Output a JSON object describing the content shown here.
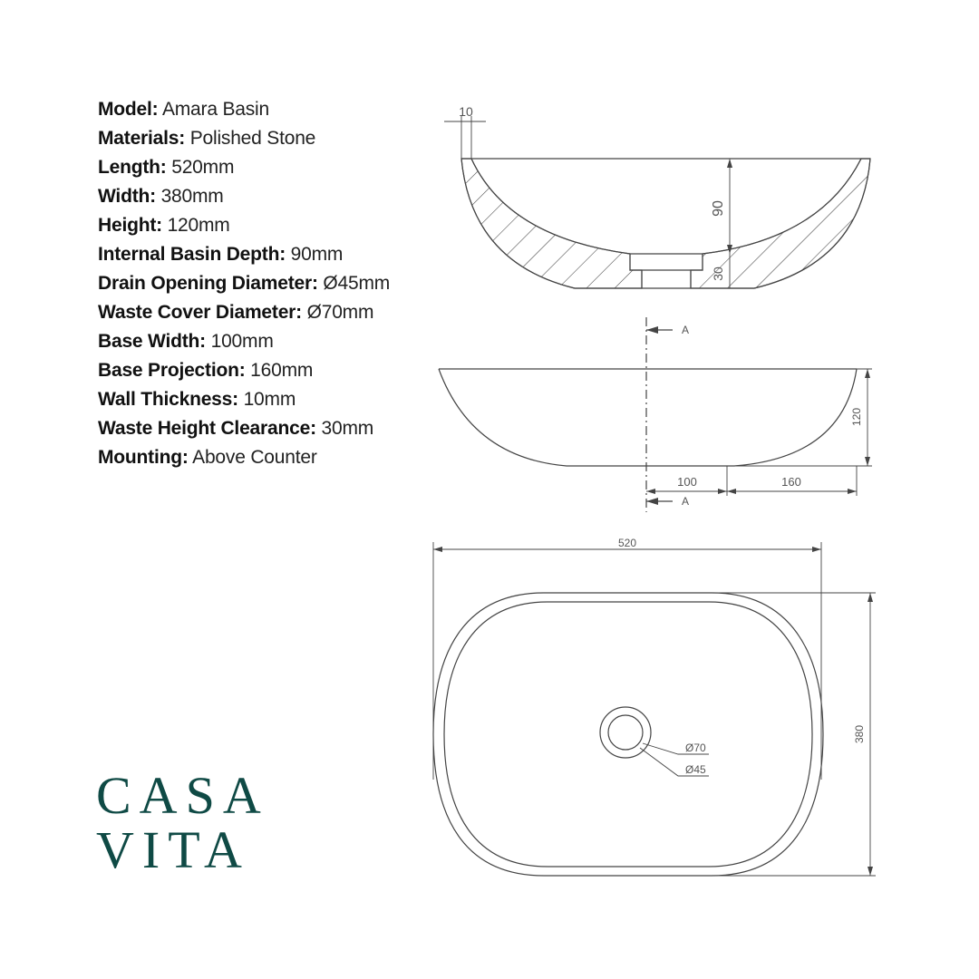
{
  "specs": [
    {
      "key": "Model:",
      "value": "Amara Basin"
    },
    {
      "key": "Materials:",
      "value": "Polished Stone"
    },
    {
      "key": "Length:",
      "value": "520mm"
    },
    {
      "key": "Width:",
      "value": "380mm"
    },
    {
      "key": "Height:",
      "value": "120mm"
    },
    {
      "key": "Internal Basin Depth:",
      "value": "90mm"
    },
    {
      "key": "Drain Opening Diameter:",
      "value": "Ø45mm"
    },
    {
      "key": "Waste Cover Diameter:",
      "value": "Ø70mm"
    },
    {
      "key": "Base Width:",
      "value": "100mm"
    },
    {
      "key": "Base Projection:",
      "value": "160mm"
    },
    {
      "key": "Wall Thickness:",
      "value": "10mm"
    },
    {
      "key": "Waste Height Clearance:",
      "value": "30mm"
    },
    {
      "key": "Mounting:",
      "value": "Above Counter"
    }
  ],
  "brand": {
    "line1": "CASA",
    "line2": "VITA",
    "color": "#0f4a45"
  },
  "drawing": {
    "section": {
      "wall_label": "10",
      "depth_label": "90",
      "clearance_label": "30"
    },
    "side": {
      "section_mark": "A",
      "height_label": "120",
      "base_width_label": "100",
      "base_projection_label": "160"
    },
    "top": {
      "length_label": "520",
      "width_label": "380",
      "cover_label": "Ø70",
      "drain_label": "Ø45"
    },
    "line_color": "#444444"
  }
}
